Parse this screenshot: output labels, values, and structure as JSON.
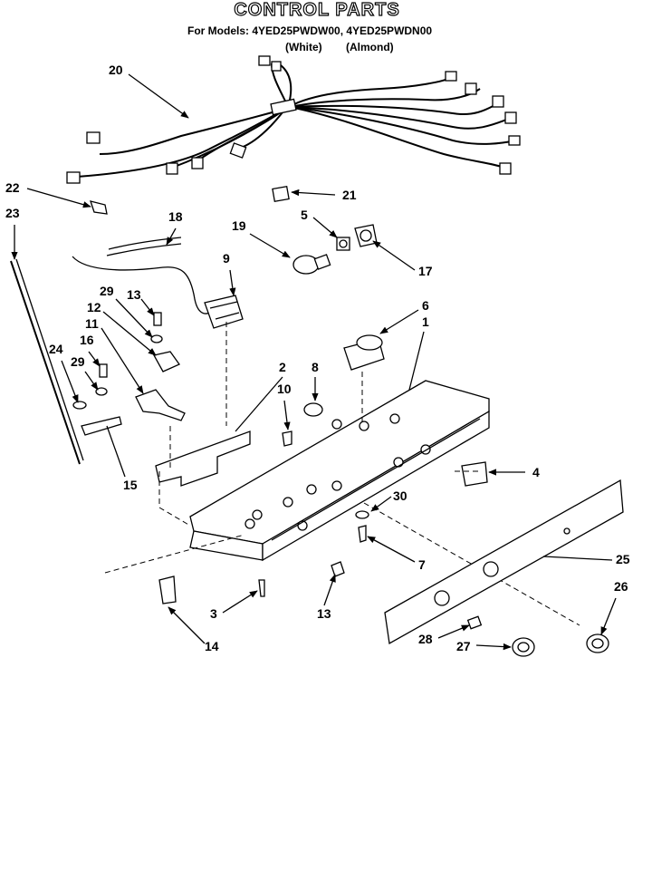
{
  "header": {
    "title": "CONTROL PARTS",
    "models_line": "For Models: 4YED25PWDW00, 4YED25PWDN00",
    "white_label": "(White)",
    "almond_label": "(Almond)"
  },
  "callouts": [
    "20",
    "22",
    "21",
    "23",
    "18",
    "5",
    "19",
    "17",
    "9",
    "13",
    "29",
    "12",
    "11",
    "6",
    "1",
    "16",
    "24",
    "29",
    "2",
    "8",
    "10",
    "4",
    "15",
    "30",
    "7",
    "25",
    "26",
    "3",
    "13",
    "14",
    "28",
    "27"
  ]
}
